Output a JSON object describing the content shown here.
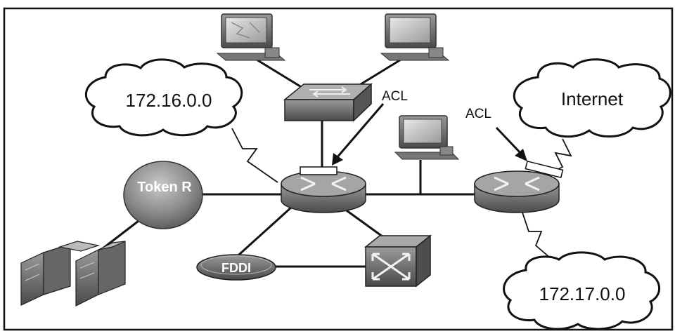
{
  "clouds": {
    "net_172_16": "172.16.0.0",
    "internet": "Internet",
    "net_172_17": "172.17.0.0"
  },
  "acl_labels": {
    "router1_acl": "ACL",
    "router2_acl": "ACL"
  },
  "token_ring": {
    "label": "Token R"
  },
  "fddi": {
    "label": "FDDI"
  },
  "icons": {
    "router": "router-icon",
    "switch": "switch-icon",
    "atm_switch": "atm-switch-icon",
    "workstation": "workstation-icon",
    "token_ring": "token-ring-icon",
    "fddi": "fddi-ring-icon",
    "mainframe": "mainframe-icon",
    "cloud": "cloud-icon",
    "acl_marker": "acl-interface-marker"
  },
  "colors": {
    "device": "#7d7d7d",
    "device_dark": "#4a4a4a",
    "line": "#111111",
    "cloud_fill": "#ffffff",
    "background": "#ffffff"
  }
}
